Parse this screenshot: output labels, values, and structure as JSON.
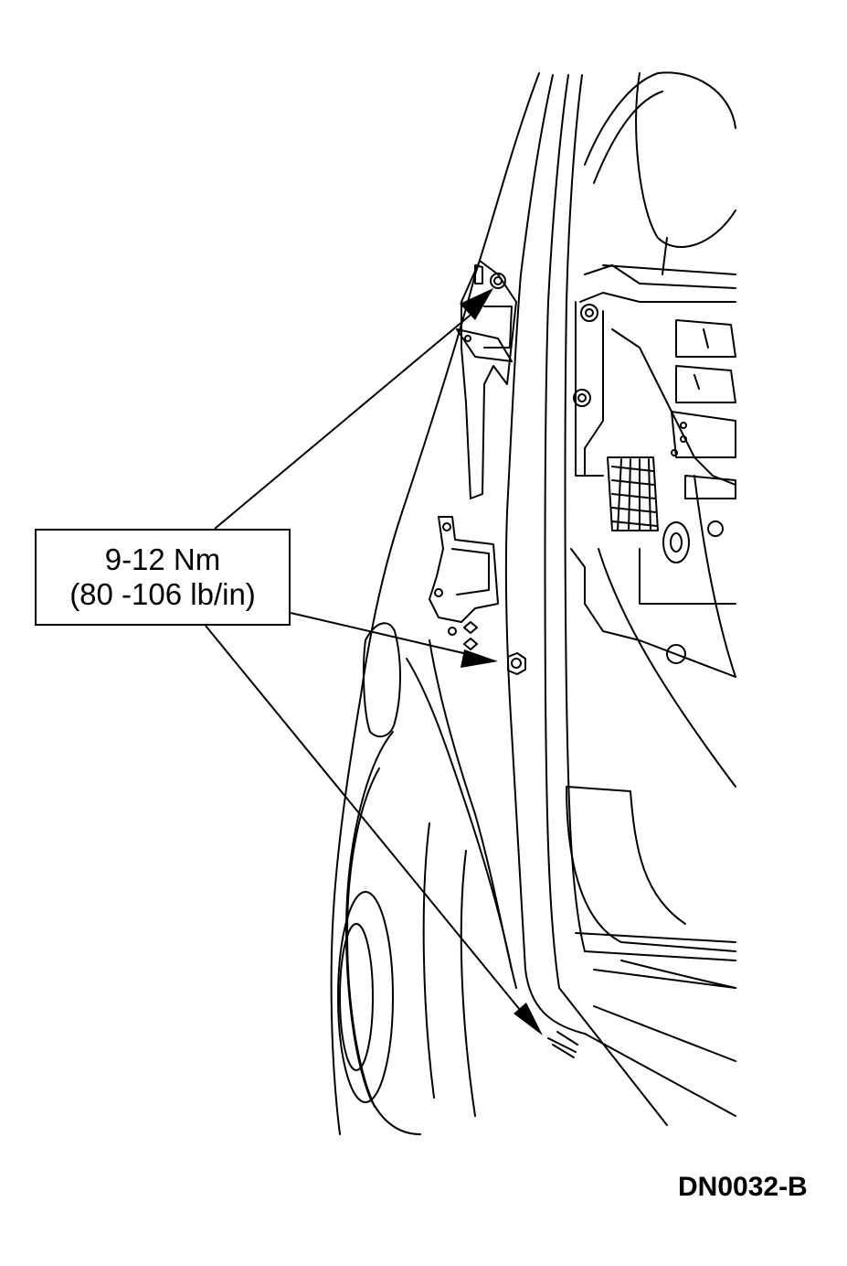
{
  "callout": {
    "torque_nm": "9-12 Nm",
    "torque_lbin": "(80 -106 lb/in)"
  },
  "figure_id": "DN0032-B"
}
